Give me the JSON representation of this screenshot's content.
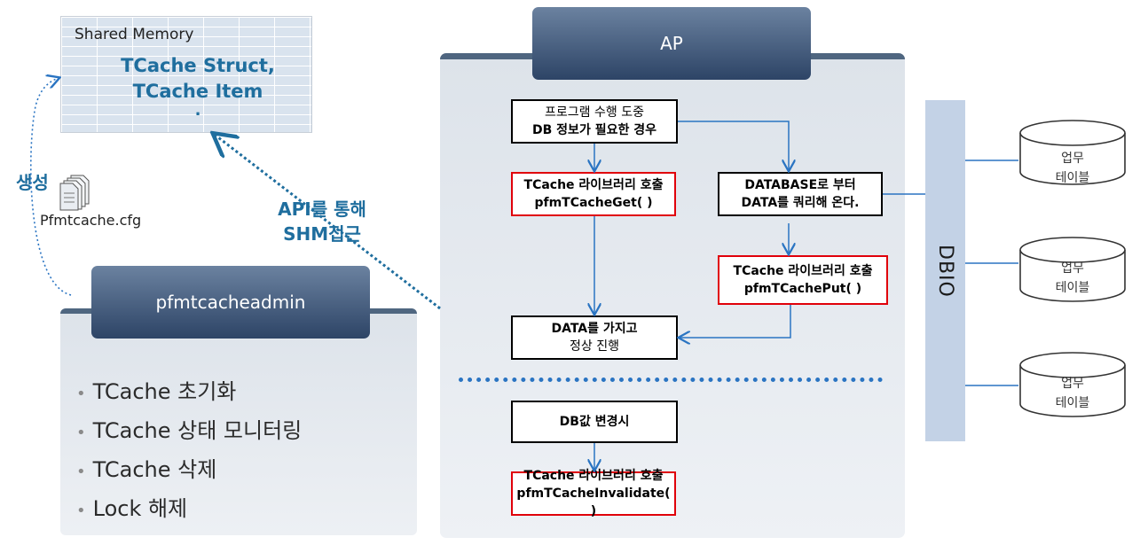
{
  "shared_memory": {
    "label": "Shared Memory",
    "line1": "TCache Struct,",
    "line2": "TCache Item",
    "line3": "."
  },
  "create_label": "생성",
  "config_file": "Pfmtcache.cfg",
  "api_label": {
    "line1": "API를 통해",
    "line2": "SHM접근"
  },
  "admin": {
    "title": "pfmtcacheadmin",
    "items": [
      "TCache 초기화",
      "TCache 상태 모니터링",
      "TCache 삭제",
      "Lock 해제"
    ]
  },
  "ap": {
    "title": "AP",
    "program_box": {
      "line1": "프로그램 수행 도중",
      "line2": "DB 정보가 필요한 경우"
    },
    "get_box": {
      "line1": "TCache 라이브러리 호출",
      "line2": "pfmTCacheGet( )"
    },
    "database_box": {
      "line1": "DATABASE로 부터",
      "line2": "DATA를 쿼리해 온다."
    },
    "put_box": {
      "line1": "TCache 라이브러리 호출",
      "line2": "pfmTCachePut( )"
    },
    "data_box": {
      "line1": "DATA를 가지고",
      "line2": "정상 진행"
    },
    "change_box": {
      "line1": "DB값  변경시"
    },
    "invalidate_box": {
      "line1": "TCache 라이브러리 호출",
      "line2": "pfmTCacheInvalidate( )"
    }
  },
  "dbio": "DBIO",
  "tables": [
    {
      "line1": "업무",
      "line2": "테이블"
    },
    {
      "line1": "업무",
      "line2": "테이블"
    },
    {
      "line1": "업무",
      "line2": "테이블"
    }
  ],
  "colors": {
    "header": "#3d5577",
    "label_blue": "#1f6e9e",
    "arrow_blue": "#2a74c2",
    "highlight_red": "#e0000a"
  }
}
